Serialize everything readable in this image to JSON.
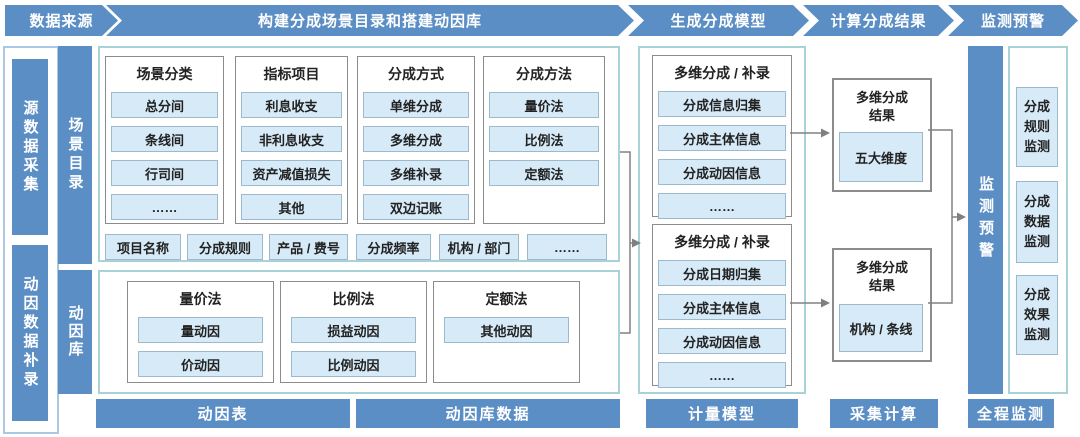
{
  "header": {
    "steps": [
      "数据来源",
      "构建分成场景目录和搭建动因库",
      "生成分成模型",
      "计算分成结果",
      "监测预警"
    ]
  },
  "left_rail": {
    "items": [
      "源数据采集",
      "动因数据补录"
    ]
  },
  "scene_catalog": {
    "bar_label": "场景目录",
    "groups": [
      {
        "title": "场景分类",
        "items": [
          "总分间",
          "条线间",
          "行司间",
          "……"
        ]
      },
      {
        "title": "指标项目",
        "items": [
          "利息收支",
          "非利息收支",
          "资产减值损失",
          "其他"
        ]
      },
      {
        "title": "分成方式",
        "items": [
          "单维分成",
          "多维分成",
          "多维补录",
          "双边记账"
        ]
      },
      {
        "title": "分成方法",
        "items": [
          "量价法",
          "比例法",
          "定额法"
        ]
      }
    ],
    "footer_items": [
      "项目名称",
      "分成规则",
      "产品 / 费号",
      "分成频率",
      "机构 / 部门",
      "……"
    ]
  },
  "driver_lib": {
    "bar_label": "动因库",
    "groups": [
      {
        "title": "量价法",
        "items": [
          "量动因",
          "价动因"
        ]
      },
      {
        "title": "比例法",
        "items": [
          "损益动因",
          "比例动因"
        ]
      },
      {
        "title": "定额法",
        "items": [
          "其他动因"
        ]
      }
    ]
  },
  "model_section": {
    "groups": [
      {
        "title": "多维分成 / 补录",
        "items": [
          "分成信息归集",
          "分成主体信息",
          "分成动因信息",
          "……"
        ]
      },
      {
        "title": "多维分成 / 补录",
        "items": [
          "分成日期归集",
          "分成主体信息",
          "分成动因信息",
          "……"
        ]
      }
    ]
  },
  "result_section": {
    "boxes": [
      {
        "title": "多维分成结果",
        "item": "五大维度"
      },
      {
        "title": "多维分成结果",
        "item": "机构 / 条线"
      }
    ]
  },
  "monitor_section": {
    "bar_label": "监测预警",
    "items": [
      "分成规则监测",
      "分成数据监测",
      "分成效果监测"
    ]
  },
  "footer": {
    "bars": [
      "动因表",
      "动因库数据",
      "计量模型",
      "采集计算",
      "全程监测"
    ]
  },
  "colors": {
    "bar_blue": "#5b8ec4",
    "item_fill": "#d7eaf8",
    "item_border": "#9db9cc",
    "section_border": "#a9d2d6",
    "box_border": "#8c8c8c",
    "connector": "#808080"
  }
}
